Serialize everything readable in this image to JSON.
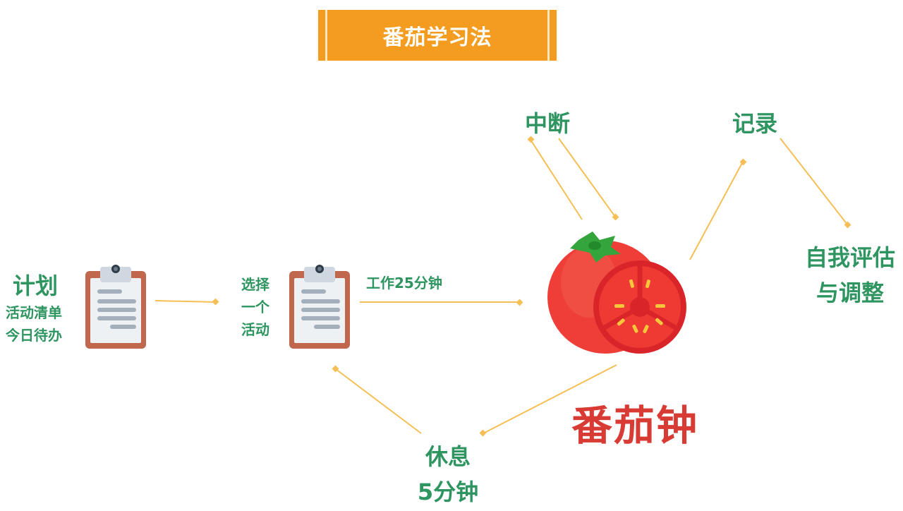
{
  "title": "番茄学习法",
  "nodes": {
    "plan": {
      "title": "计划",
      "lines": [
        "活动清单",
        "今日待办"
      ]
    },
    "choose": {
      "lines": [
        "选择",
        "一个",
        "活动"
      ]
    },
    "work": "工作25分钟",
    "interrupt": "中断",
    "record": "记录",
    "evaluate": [
      "自我评估",
      "与调整"
    ],
    "rest": [
      "休息",
      "5分钟"
    ],
    "tomato": "番茄钟"
  },
  "colors": {
    "banner": "#f39c1f",
    "label_green": "#2e9560",
    "tomato_red": "#d83a34",
    "arrow": "#f5bf55"
  },
  "icons": [
    "clipboard-icon",
    "clipboard-icon",
    "tomato-icon"
  ]
}
